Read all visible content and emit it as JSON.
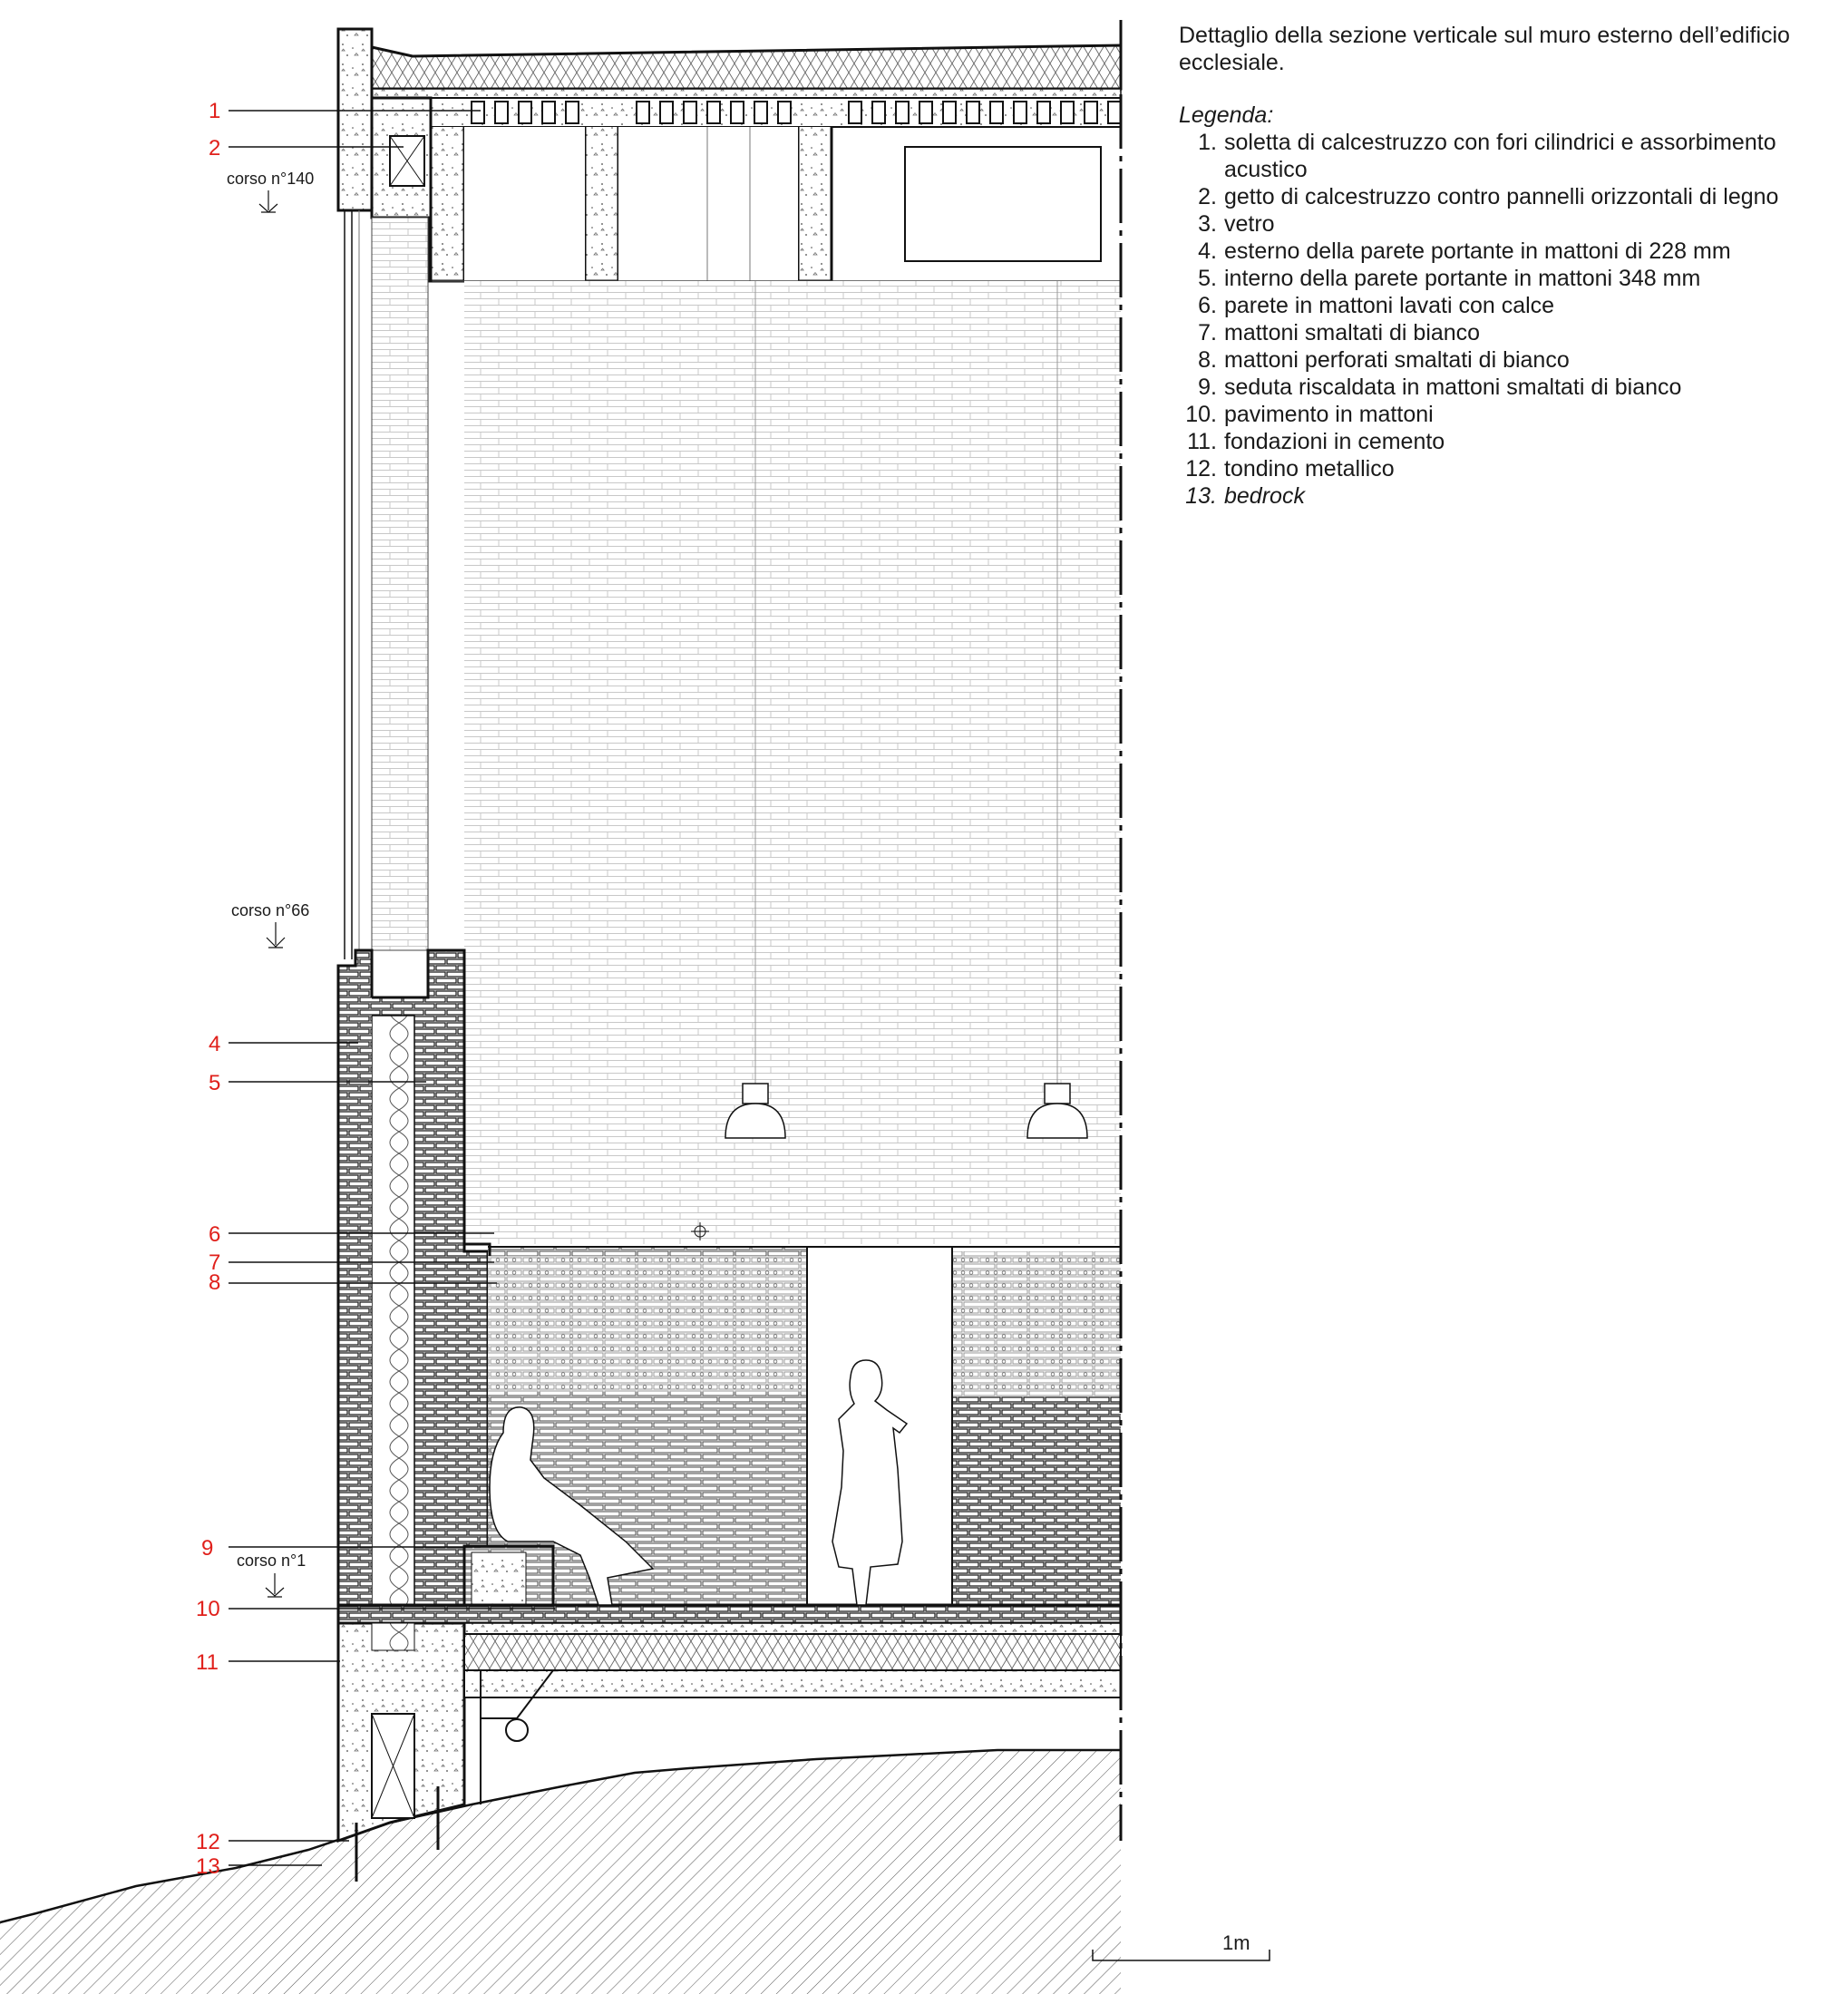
{
  "caption": {
    "title": "Dettaglio della sezione verticale sul muro esterno dell’edificio ecclesiale.",
    "legend_title": "Legenda:",
    "items": [
      {
        "n": "1.",
        "text": "soletta di calcestruzzo con fori cilindrici e assorbimento acustico"
      },
      {
        "n": "2.",
        "text": "getto di calcestruzzo contro pannelli orizzontali di legno"
      },
      {
        "n": "3.",
        "text": "vetro"
      },
      {
        "n": "4.",
        "text": "esterno della parete portante in mattoni di 228 mm"
      },
      {
        "n": "5.",
        "text": "interno della parete portante in mattoni 348 mm"
      },
      {
        "n": "6.",
        "text": "parete in mattoni lavati con calce"
      },
      {
        "n": "7.",
        "text": "mattoni smaltati di bianco"
      },
      {
        "n": "8.",
        "text": "mattoni perforati smaltati di bianco"
      },
      {
        "n": "9.",
        "text": "seduta riscaldata in mattoni smaltati di bianco"
      },
      {
        "n": "10.",
        "text": "pavimento in mattoni"
      },
      {
        "n": "11.",
        "text": "fondazioni in cemento"
      },
      {
        "n": "12.",
        "text": "tondino metallico"
      },
      {
        "n": "13.",
        "text": "bedrock",
        "italic": true
      }
    ]
  },
  "callouts": [
    "1",
    "2",
    "4",
    "5",
    "6",
    "7",
    "8",
    "9",
    "10",
    "11",
    "12",
    "13"
  ],
  "levels": [
    "corso n°140",
    "corso n°66",
    "corso n°1"
  ],
  "scale_bar_label": "1m",
  "colors": {
    "callout": "#e0201b",
    "line": "#1a1a1a"
  }
}
